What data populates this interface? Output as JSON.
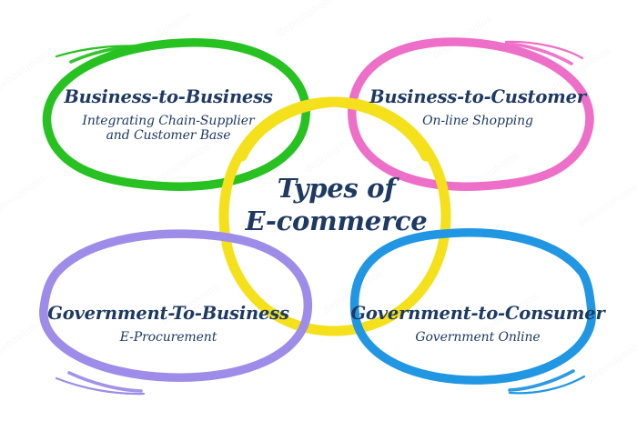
{
  "diagram": {
    "title": "Types of E-commerce",
    "center": {
      "line1": "Types of",
      "line2": "E-commerce",
      "circle_color": "#F5E01C"
    },
    "nodes": [
      {
        "id": "b2b",
        "title": "Business-to-Business",
        "subtitle_line1": "Integrating Chain-Supplier",
        "subtitle_line2": "and Customer Base",
        "color": "#27C221",
        "position": "top-left"
      },
      {
        "id": "b2c",
        "title": "Business-to-Customer",
        "subtitle_line1": "On-line Shopping",
        "subtitle_line2": "",
        "color": "#EE6FC8",
        "position": "top-right"
      },
      {
        "id": "g2b",
        "title": "Government-To-Business",
        "subtitle_line1": "E-Procurement",
        "subtitle_line2": "",
        "color": "#9D8DE8",
        "position": "bottom-left"
      },
      {
        "id": "g2c",
        "title": "Government-to-Consumer",
        "subtitle_line1": "Government Online",
        "subtitle_line2": "",
        "color": "#2196E3",
        "position": "bottom-right"
      }
    ],
    "text_color": "#1E3A63",
    "background_color": "#FFFFFF",
    "watermark_text": "depositphotos"
  }
}
